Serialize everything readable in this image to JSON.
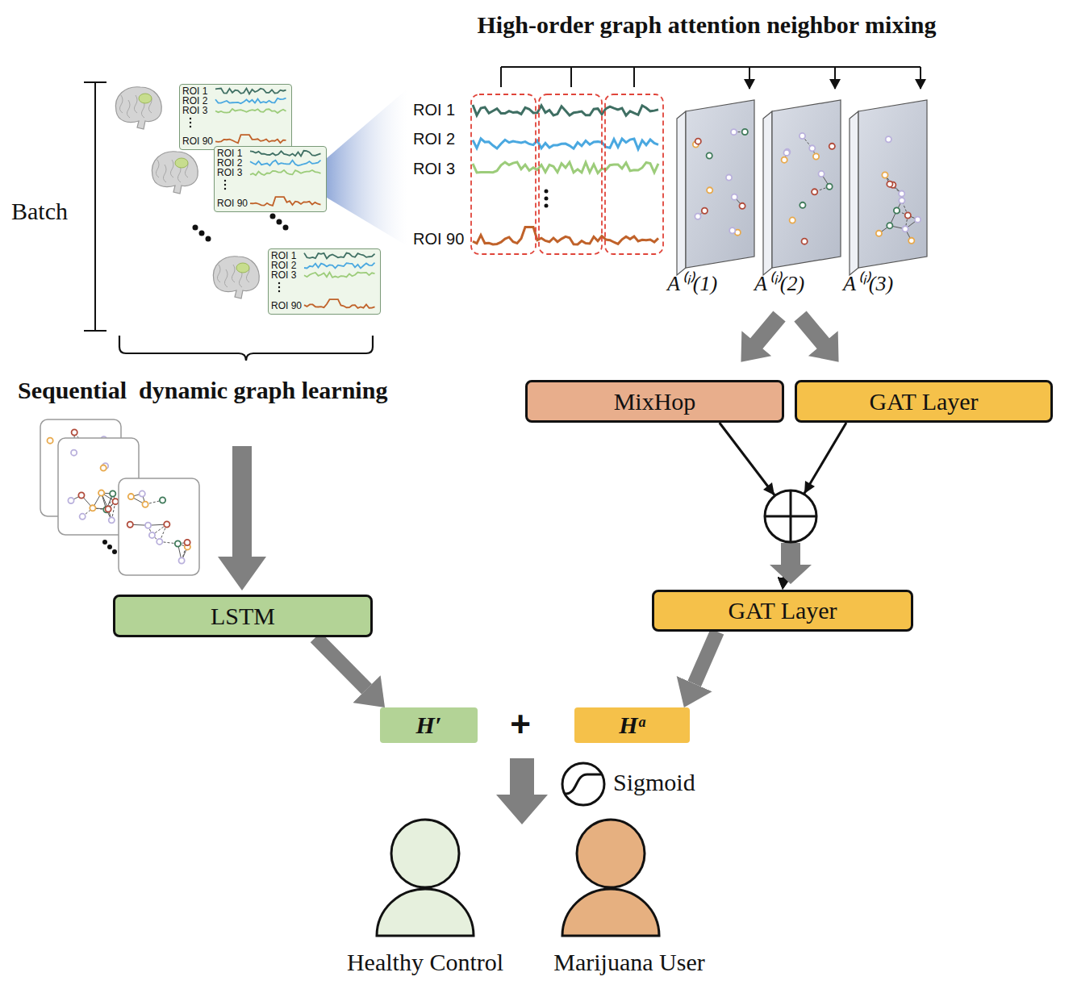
{
  "diagram": {
    "nodes": [
      {
        "text": [
          "ROI 1",
          "ROI 2",
          "ROI 3",
          "ROI 90"
        ]
      },
      {
        "text": [
          "ROI 1",
          "ROI 2",
          "ROI 3",
          "ROI 90"
        ]
      },
      {
        "text": [
          "ROI 1",
          "ROI 2",
          "ROI 3",
          "ROI 90"
        ]
      },
      {
        "text": [
          "MixHop"
        ]
      },
      {
        "text": [
          "GAT Layer"
        ]
      },
      {
        "text": [
          "LSTM"
        ]
      },
      {
        "text": [
          "GAT Layer"
        ]
      },
      {
        "text": [
          "H′"
        ]
      },
      {
        "text": [
          "Hᵃ"
        ]
      },
      {
        "text": [
          "Healthy Control"
        ]
      },
      {
        "text": [
          "Marijuana User"
        ]
      }
    ],
    "edges": [
      {
        "from": 3,
        "to": 6,
        "arrow": "to"
      },
      {
        "from": 4,
        "to": 6,
        "arrow": "to"
      },
      {
        "from": 5,
        "to": 7,
        "arrow": "to"
      },
      {
        "from": 6,
        "to": 8,
        "arrow": "to"
      }
    ],
    "labels": [
      "High-order graph attention neighbor mixing",
      "Batch",
      "ROI 1",
      "ROI 2",
      "ROI 3",
      "ROI 90",
      "A⁽ⁱ⁾(1)",
      "A⁽ⁱ⁾(2)",
      "A⁽ⁱ⁾(3)",
      "Sequential  dynamic graph learning",
      "+",
      "Sigmoid"
    ]
  }
}
